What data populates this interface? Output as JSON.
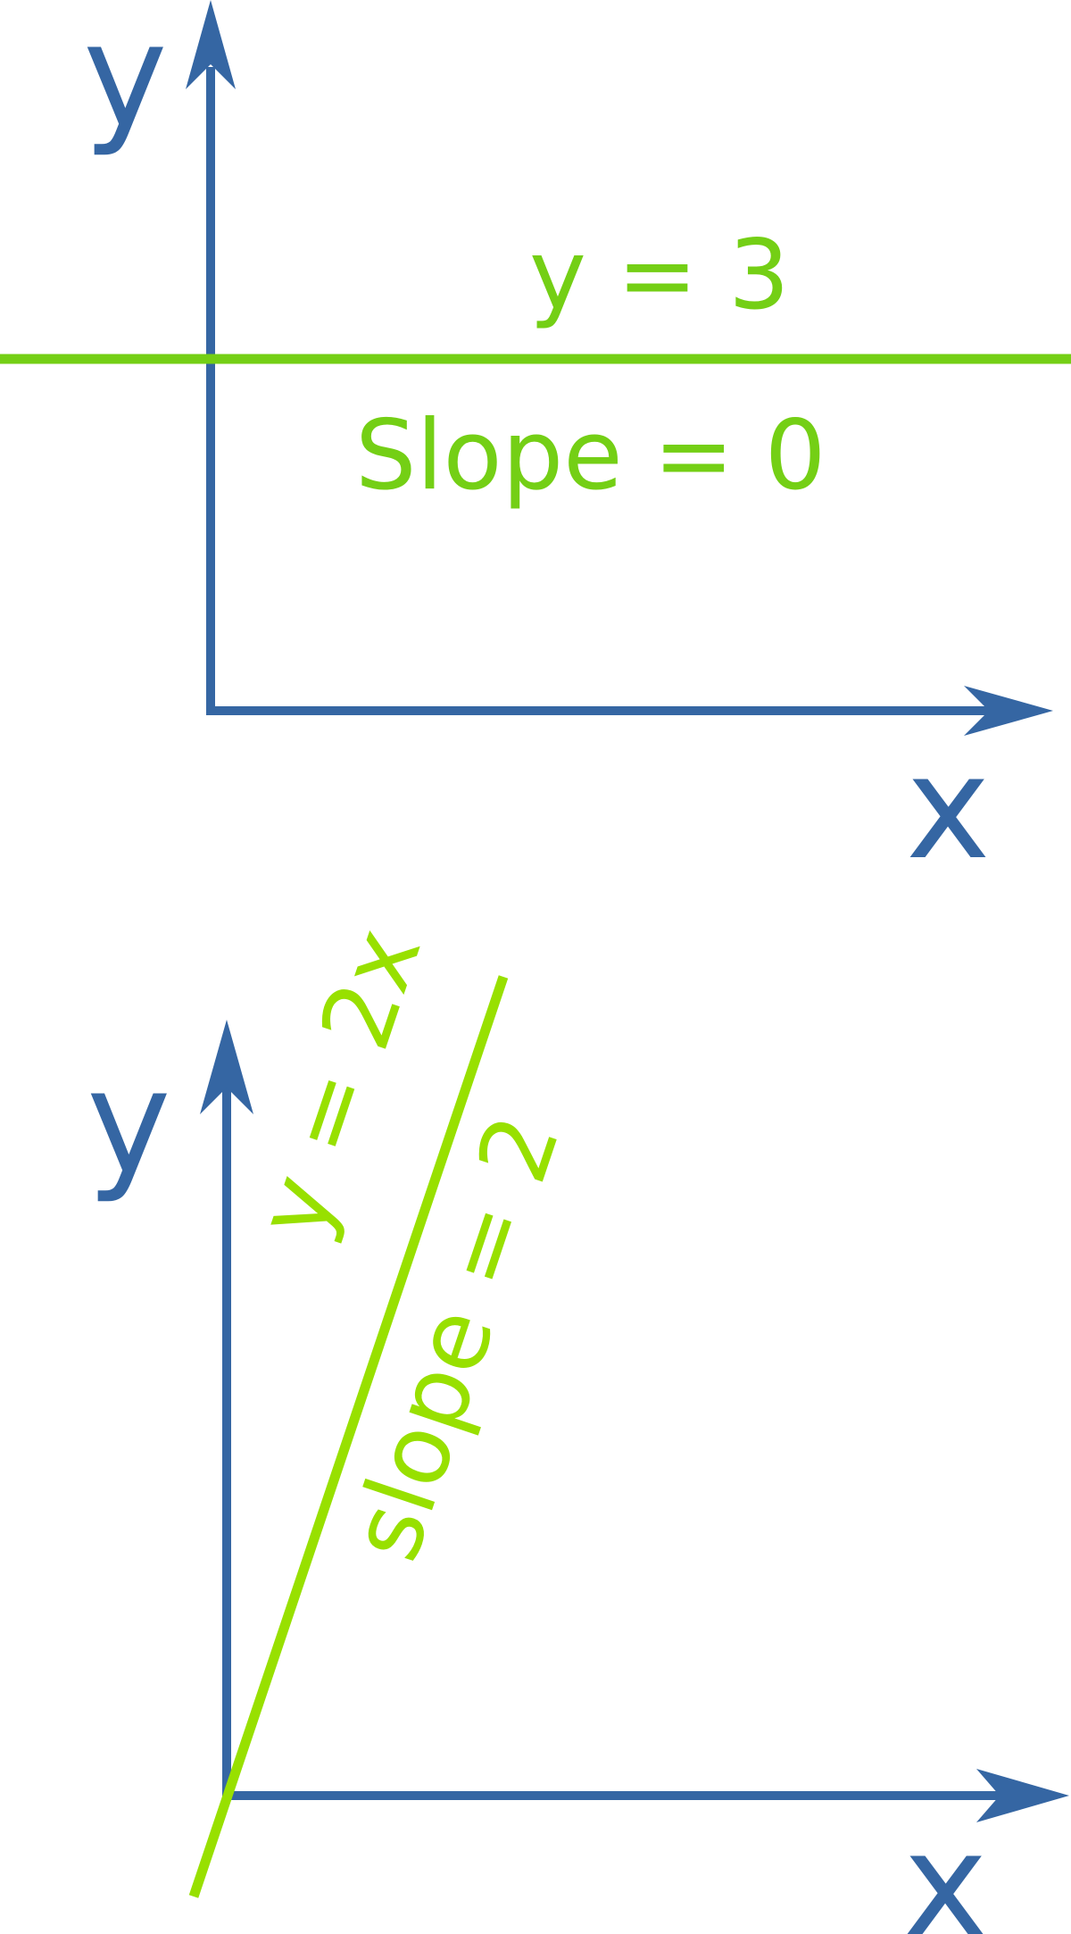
{
  "colors": {
    "axis": "#3566a3",
    "line_top": "#74cf15",
    "line_bottom": "#98e000"
  },
  "top_graph": {
    "y_axis_label": "y",
    "x_axis_label": "x",
    "equation": "y = 3",
    "slope": "Slope = 0"
  },
  "bottom_graph": {
    "y_axis_label": "y",
    "x_axis_label": "x",
    "equation": "y = 2x",
    "slope": "slope = 2"
  }
}
